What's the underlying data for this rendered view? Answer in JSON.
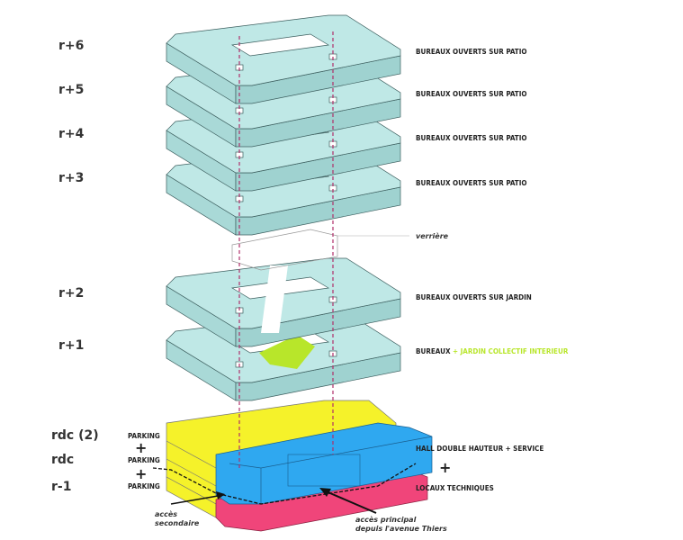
{
  "levels": {
    "r6": "r+6",
    "r5": "r+5",
    "r4": "r+4",
    "r3": "r+3",
    "r2": "r+2",
    "r1": "r+1",
    "rdc2": "rdc (2)",
    "rdc": "rdc",
    "rm1": "r-1"
  },
  "descriptions": {
    "r6": "BUREAUX  OUVERTS SUR PATIO",
    "r5": "BUREAUX  OUVERTS SUR PATIO",
    "r4": "BUREAUX  OUVERTS SUR PATIO",
    "r3": "BUREAUX  OUVERTS SUR PATIO",
    "verriere": "verrière",
    "r2": "BUREAUX  OUVERTS SUR JARDIN",
    "r1_a": "BUREAUX",
    "r1_b": "+ JARDIN COLLECTIF INTERIEUR",
    "hall": "HALL DOUBLE HAUTEUR  +  SERVICE",
    "plus": "+",
    "locaux": "LOCAUX TECHNIQUES"
  },
  "parking": {
    "label1": "PARKING",
    "label2": "PARKING",
    "label3": "PARKING",
    "plus": "+"
  },
  "access": {
    "secondary_1": "accès",
    "secondary_2": "secondaire",
    "main_1": "accès principal",
    "main_2": "depuis l'avenue Thiers"
  },
  "colors": {
    "office": "#bfe8e6",
    "garden": "#b8e62a",
    "parking": "#f5f22a",
    "hall": "#2fa8f0",
    "technical": "#f0457a",
    "shaft": "#b0306a"
  }
}
